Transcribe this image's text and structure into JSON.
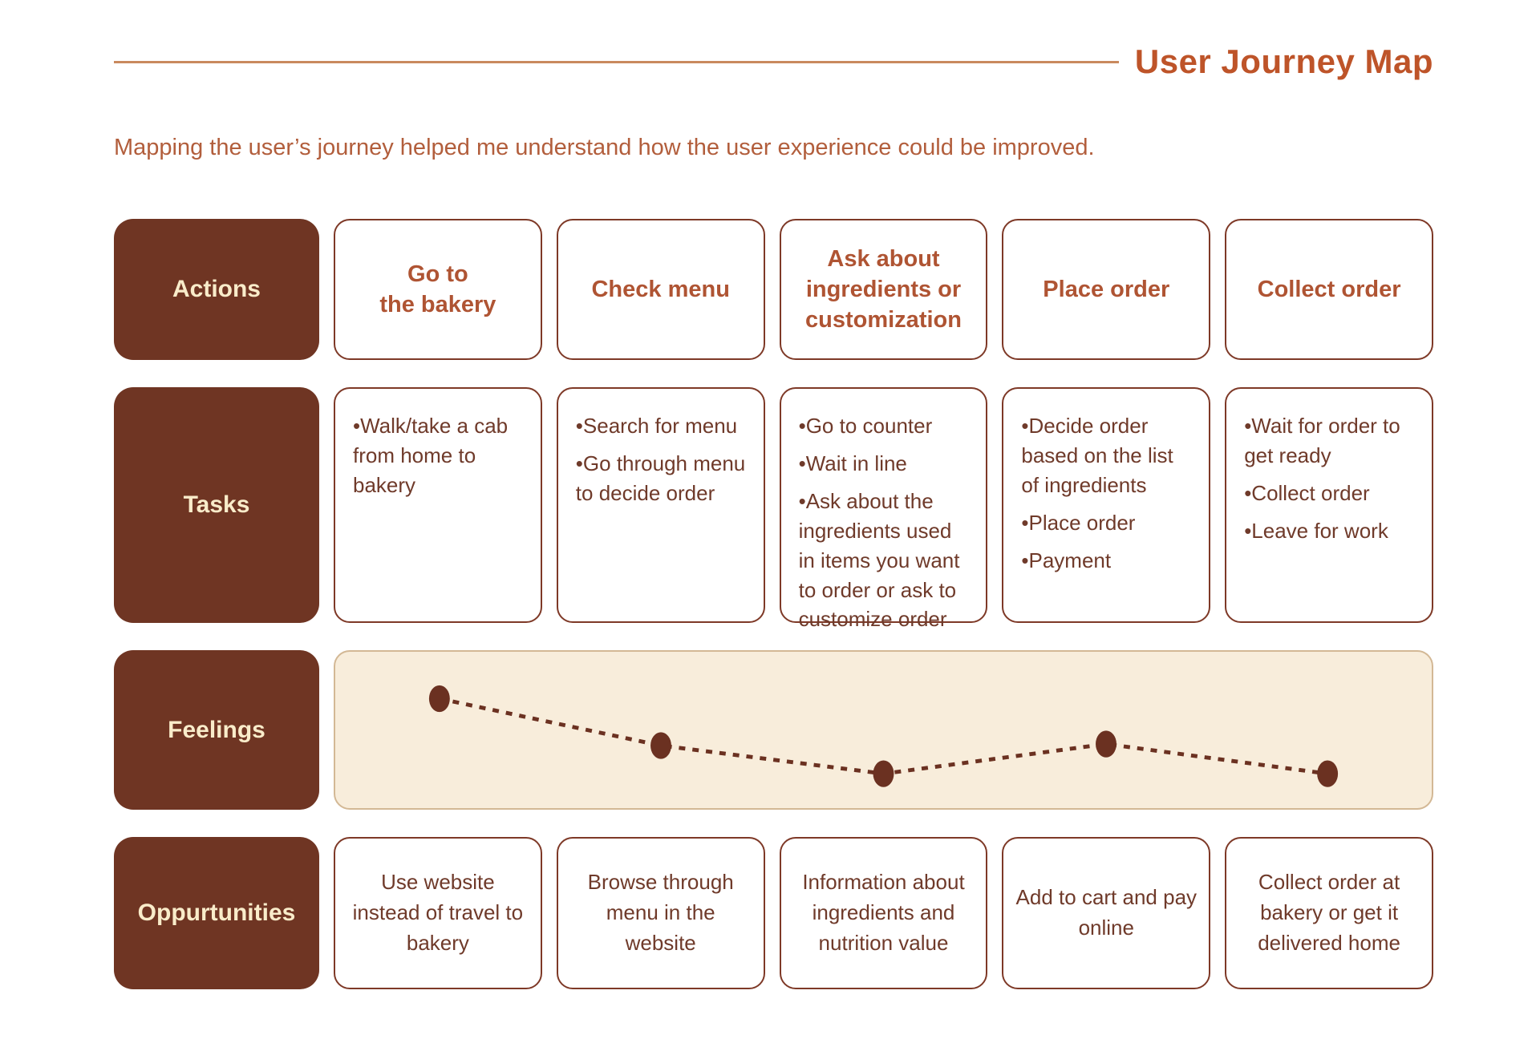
{
  "page": {
    "title": "User Journey Map",
    "subtitle": "Mapping the user’s journey helped me understand how the user experience could be improved."
  },
  "colors": {
    "title_text": "#BE5429",
    "header_rule": "#C9895E",
    "subtitle_text": "#B25E3C",
    "row_header_bg": "#6F3523",
    "row_header_text": "#F9ECCA",
    "card_border": "#7E3927",
    "action_text": "#AF5433",
    "body_text": "#6F3A2A",
    "feelings_bg": "#F8EDDB",
    "feelings_border": "#D3B895",
    "line_and_dots": "#6B3121"
  },
  "rows": {
    "actions": {
      "label": "Actions",
      "cells": [
        "Go to\nthe bakery",
        "Check menu",
        "Ask about ingredients or customization",
        "Place order",
        "Collect order"
      ]
    },
    "tasks": {
      "label": "Tasks",
      "cells": [
        [
          "Walk/take a cab from home to bakery"
        ],
        [
          "Search for menu",
          "Go through menu to decide order"
        ],
        [
          "Go to counter",
          "Wait in line",
          "Ask about the ingredients used in items you want to order or ask to customize order"
        ],
        [
          "Decide order based on the list of ingredients",
          "Place order",
          "Payment"
        ],
        [
          "Wait for order to get ready",
          "Collect order",
          "Leave for work"
        ]
      ]
    },
    "feelings": {
      "label": "Feelings"
    },
    "opportunities": {
      "label": "Oppurtunities",
      "cells": [
        "Use website instead of travel to bakery",
        "Browse through menu in the website",
        "Information about ingredients and nutrition value",
        "Add to cart and pay online",
        "Collect order at bakery or get it delivered home"
      ]
    }
  },
  "chart_data": {
    "type": "line",
    "title": "Feelings",
    "style": "dashed-with-dots",
    "categories": [
      "Go to the bakery",
      "Check menu",
      "Ask about ingredients or customization",
      "Place order",
      "Collect order"
    ],
    "sentiment_values": [
      70,
      40,
      22,
      41,
      22
    ],
    "points": [
      {
        "x_pct": 9.5,
        "y_pct": 30
      },
      {
        "x_pct": 29.7,
        "y_pct": 60
      },
      {
        "x_pct": 50.0,
        "y_pct": 78
      },
      {
        "x_pct": 70.3,
        "y_pct": 59
      },
      {
        "x_pct": 90.5,
        "y_pct": 78
      }
    ],
    "legend_position": "none",
    "grid": false
  }
}
